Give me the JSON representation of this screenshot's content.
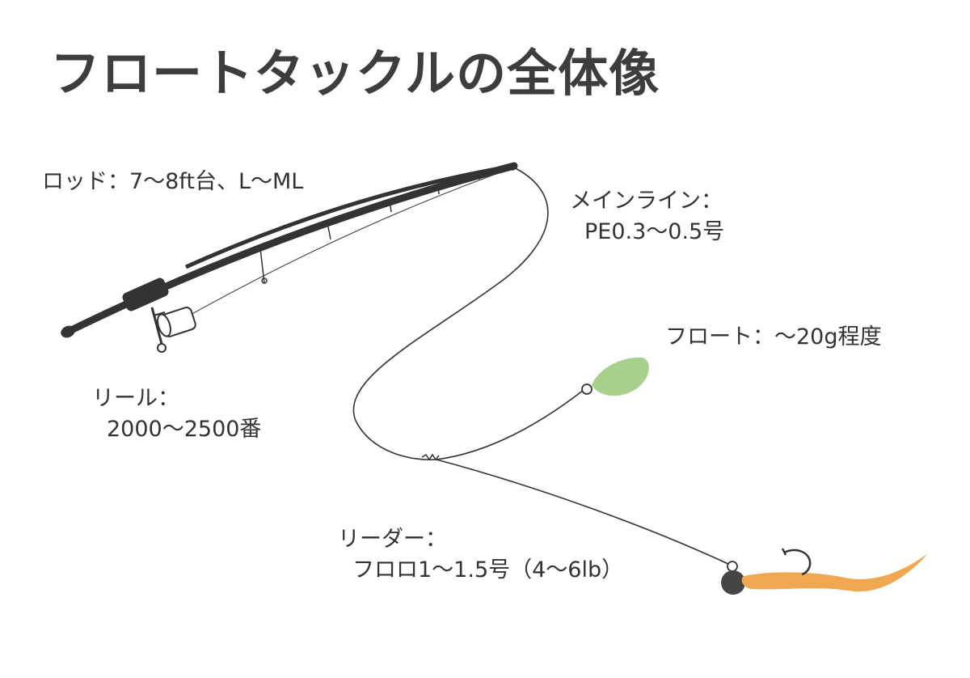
{
  "title": "フロートタックルの全体像",
  "labels": {
    "rod": "ロッド：7〜8ft台、L〜ML",
    "main_line_1": "メインライン：",
    "main_line_2": "PE0.3〜0.5号",
    "float": "フロート：〜20g程度",
    "reel_1": "リール：",
    "reel_2": "2000〜2500番",
    "leader_1": "リーダー：",
    "leader_2": "フロロ1〜1.5号（4〜6lb）"
  },
  "colors": {
    "rod": "#333333",
    "float": "#a8d08d",
    "lure": "#f0a850",
    "jighead": "#454545",
    "line": "#333333"
  },
  "icons": [
    "fishing-rod-icon",
    "spinning-reel-icon",
    "float-icon",
    "jighead-icon",
    "worm-lure-icon",
    "hook-icon"
  ]
}
